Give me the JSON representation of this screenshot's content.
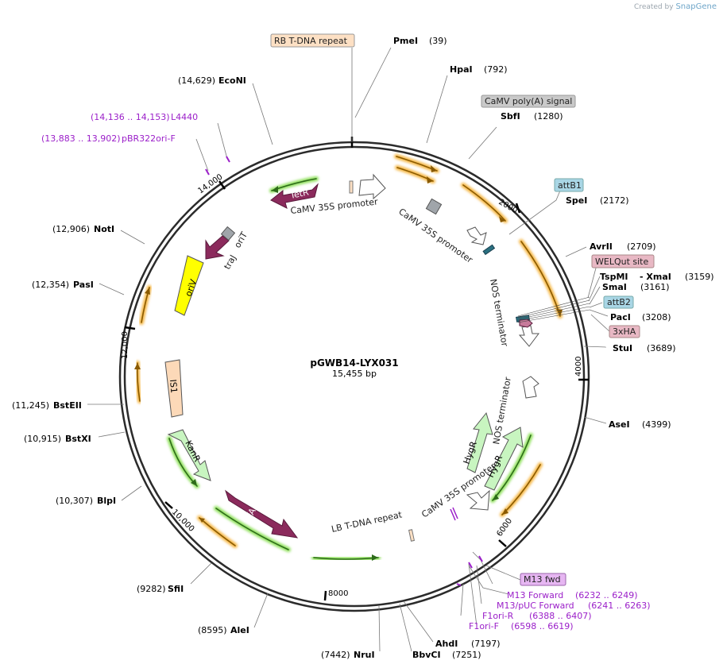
{
  "credit": {
    "created_by": "Created by",
    "brand": "SnapGene"
  },
  "plasmid": {
    "name": "pGWB14-LYX031",
    "size_label": "15,455 bp"
  },
  "ticks": [
    "2000",
    "4000",
    "6000",
    "8000",
    "10,000",
    "12,000",
    "14,000"
  ],
  "sites": [
    {
      "name": "PmeI",
      "pos": "(39)"
    },
    {
      "name": "HpaI",
      "pos": "(792)"
    },
    {
      "name": "SbfI",
      "pos": "(1280)"
    },
    {
      "name": "SpeI",
      "pos": "(2172)"
    },
    {
      "name": "AvrII",
      "pos": "(2709)"
    },
    {
      "name": "TspMI",
      "pos": "(3159)",
      "alt": "- XmaI"
    },
    {
      "name": "SmaI",
      "pos": "(3161)"
    },
    {
      "name": "PacI",
      "pos": "(3208)"
    },
    {
      "name": "StuI",
      "pos": "(3689)"
    },
    {
      "name": "AseI",
      "pos": "(4399)"
    },
    {
      "name": "AhdI",
      "pos": "(7197)"
    },
    {
      "name": "BbvCI",
      "pos": "(7251)"
    },
    {
      "name": "NruI",
      "pos": "(7442)"
    },
    {
      "name": "AleI",
      "pos": "(8595)"
    },
    {
      "name": "SfiI",
      "pos": "(9282)"
    },
    {
      "name": "BlpI",
      "pos": "(10,307)"
    },
    {
      "name": "BstXI",
      "pos": "(10,915)"
    },
    {
      "name": "BstEII",
      "pos": "(11,245)"
    },
    {
      "name": "PasI",
      "pos": "(12,354)"
    },
    {
      "name": "NotI",
      "pos": "(12,906)"
    },
    {
      "name": "EcoNI",
      "pos": "(14,629)"
    }
  ],
  "primers": [
    {
      "name": "L4440",
      "range": "(14,136 .. 14,153)"
    },
    {
      "name": "pBR322ori-F",
      "range": "(13,883 .. 13,902)"
    },
    {
      "name": "M13 Forward",
      "range": "(6232 .. 6249)"
    },
    {
      "name": "M13/pUC Forward",
      "range": "(6241 .. 6263)"
    },
    {
      "name": "F1ori-R",
      "range": "(6388 .. 6407)"
    },
    {
      "name": "F1ori-F",
      "range": "(6598 .. 6619)"
    }
  ],
  "boxed": {
    "rb_repeat": "RB T-DNA repeat",
    "camv_polya": "CaMV poly(A) signal",
    "attb1": "attB1",
    "welqut": "WELQut site",
    "attb2": "attB2",
    "ha": "3xHA",
    "m13fwd": "M13 fwd"
  },
  "features": {
    "tetr": "TetR",
    "trai": "traJ",
    "orit": "oriT",
    "oriv": "oriV",
    "is1": "IS1",
    "kanr": "KanR",
    "trfa": "trfA",
    "hygr1": "HygR",
    "hygr2": "HygR",
    "camv35s_1": "CaMV 35S promoter",
    "camv35s_2": "CaMV 35S promoter",
    "camv35s_3": "CaMV 35S promoter",
    "nos_1": "NOS terminator",
    "nos_2": "NOS terminator",
    "lb_repeat": "LB T-DNA repeat"
  },
  "colors": {
    "backbone": "#2b2b2b",
    "orf_glow_orange": "#f5b642",
    "orf_glow_green": "#8ee05a",
    "tetr_fill": "#8b2a5c",
    "oriv_fill": "#ffff00",
    "is1_fill": "#fcd9b8",
    "hygr_fill": "#c8f5c0",
    "primer": "#9b1fc9",
    "att_fill": "#a9d6e5",
    "welqut_fill": "#e8b8c4",
    "rb_fill": "#fde0c4",
    "polya_fill": "#c9c9c9",
    "m13_fill": "#e6b6f2"
  }
}
